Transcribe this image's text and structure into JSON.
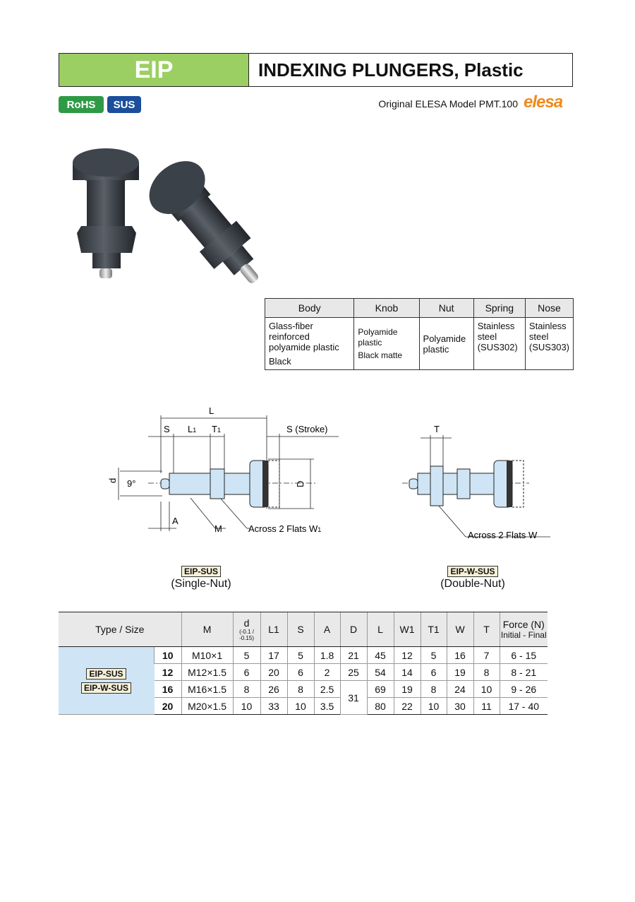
{
  "header": {
    "code": "EIP",
    "title": "INDEXING PLUNGERS, Plastic"
  },
  "badges": {
    "rohs": "RoHS",
    "sus": "SUS"
  },
  "original": {
    "text": "Original ELESA Model PMT.100",
    "brand": "elesa"
  },
  "materials": {
    "headers": [
      "Body",
      "Knob",
      "Nut",
      "Spring",
      "Nose"
    ],
    "body": [
      "Glass-fiber reinforced",
      "polyamide plastic",
      "Black"
    ],
    "knob": [
      "Polyamide plastic",
      "Black matte"
    ],
    "nut": [
      "Polyamide",
      "plastic"
    ],
    "spring": [
      "Stainless",
      "steel",
      "(SUS302)"
    ],
    "nose": [
      "Stainless",
      "steel",
      "(SUS303)"
    ]
  },
  "drawing_left": {
    "labels": {
      "L": "L",
      "S": "S",
      "L1": "L",
      "T1": "T",
      "stroke": "S (Stroke)",
      "d": "d",
      "angle": "9°",
      "D": "D",
      "A": "A",
      "M": "M",
      "flats": "Across 2 Flats W",
      "sub1": "1"
    },
    "tag": "EIP-SUS",
    "caption": "(Single-Nut)"
  },
  "drawing_right": {
    "labels": {
      "T": "T",
      "flats": "Across 2 Flats W"
    },
    "tag": "EIP-W-SUS",
    "caption": "(Double-Nut)"
  },
  "spec": {
    "headers": {
      "type": "Type / Size",
      "M": "M",
      "d": "d",
      "d_tol": "(-0.1 / -0.15)",
      "L1": "L1",
      "S": "S",
      "A": "A",
      "D": "D",
      "L": "L",
      "W1": "W1",
      "T1": "T1",
      "W": "W",
      "T": "T",
      "force": "Force (N)",
      "force_sub": "Initial - Final"
    },
    "types": [
      "EIP-SUS",
      "EIP-W-SUS"
    ],
    "rows": [
      {
        "size": "10",
        "M": "M10×1",
        "d": "5",
        "L1": "17",
        "S": "5",
        "A": "1.8",
        "D": "21",
        "L": "45",
        "W1": "12",
        "T1": "5",
        "W": "16",
        "T": "7",
        "F": "6 - 15"
      },
      {
        "size": "12",
        "M": "M12×1.5",
        "d": "6",
        "L1": "20",
        "S": "6",
        "A": "2",
        "D": "25",
        "L": "54",
        "W1": "14",
        "T1": "6",
        "W": "19",
        "T": "8",
        "F": "8 - 21"
      },
      {
        "size": "16",
        "M": "M16×1.5",
        "d": "8",
        "L1": "26",
        "S": "8",
        "A": "2.5",
        "D": "31",
        "L": "69",
        "W1": "19",
        "T1": "8",
        "W": "24",
        "T": "10",
        "F": "9 - 26"
      },
      {
        "size": "20",
        "M": "M20×1.5",
        "d": "10",
        "L1": "33",
        "S": "10",
        "A": "3.5",
        "L": "80",
        "W1": "22",
        "T1": "10",
        "W": "30",
        "T": "11",
        "F": "17 - 40"
      }
    ]
  },
  "colors": {
    "header_green": "#9ccf63",
    "rohs_green": "#2f9a45",
    "sus_blue": "#1b4e9b",
    "elesa_orange": "#f08a1c",
    "part_blue": "#cfe5f5"
  }
}
